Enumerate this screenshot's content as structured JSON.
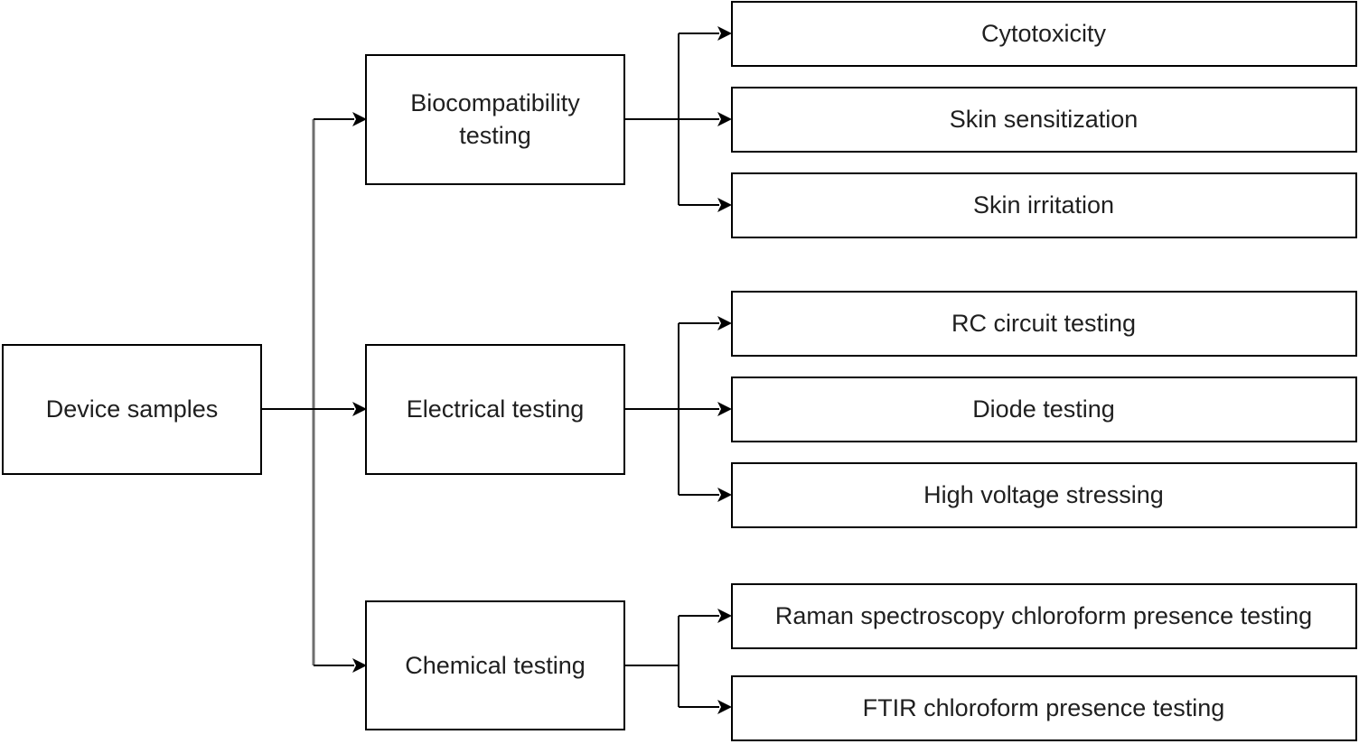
{
  "diagram": {
    "root": "Device samples",
    "categories": [
      {
        "label_lines": [
          "Biocompatibility",
          "testing"
        ],
        "tests": [
          "Cytotoxicity",
          "Skin sensitization",
          "Skin irritation"
        ]
      },
      {
        "label_lines": [
          "Electrical testing"
        ],
        "tests": [
          "RC circuit testing",
          "Diode testing",
          "High voltage stressing"
        ]
      },
      {
        "label_lines": [
          "Chemical testing"
        ],
        "tests": [
          "Raman spectroscopy chloroform presence testing",
          "FTIR chloroform presence testing"
        ]
      }
    ]
  }
}
